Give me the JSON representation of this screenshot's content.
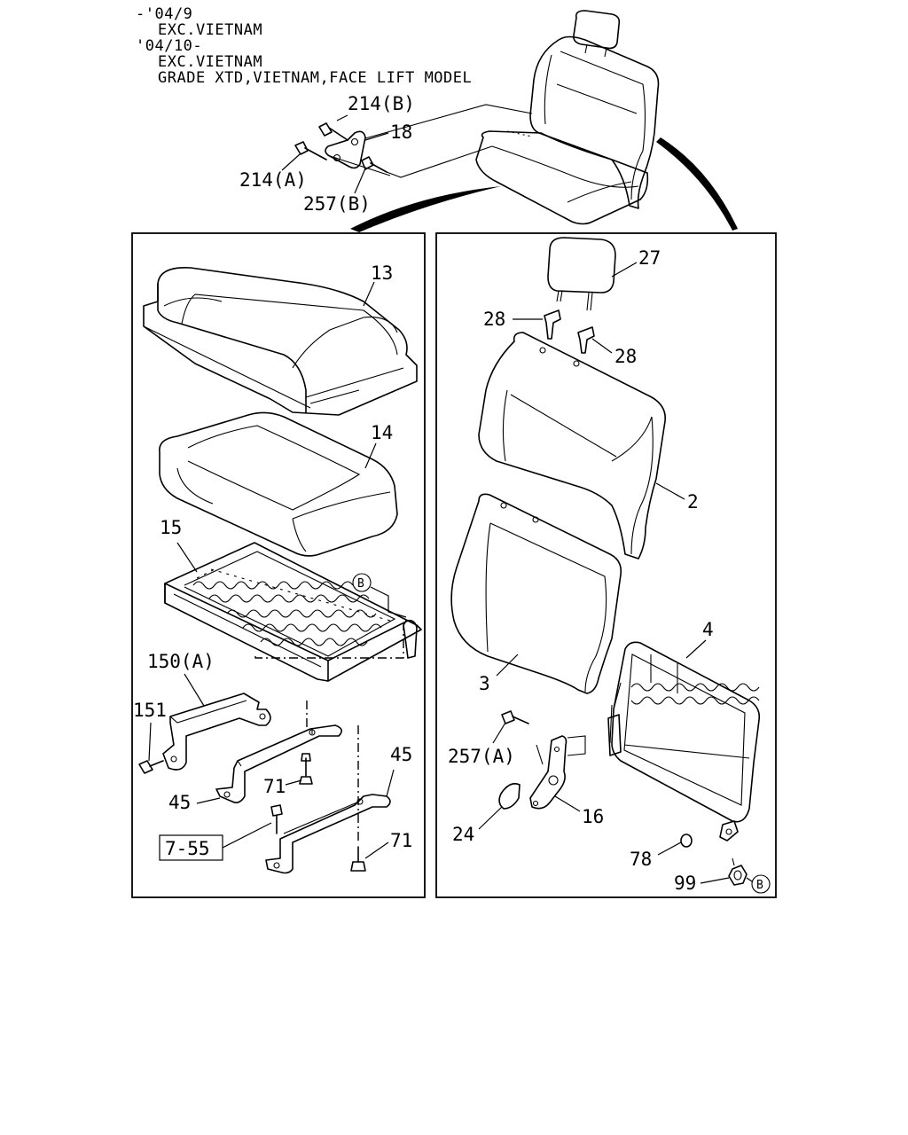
{
  "header": {
    "lines": [
      "-'04/9",
      "EXC.VIETNAM",
      "'04/10-",
      "EXC.VIETNAM",
      "GRADE XTD,VIETNAM,FACE LIFT MODEL"
    ]
  },
  "callouts": {
    "p214b": "214(B)",
    "p18": "18",
    "p214a": "214(A)",
    "p257b": "257(B)",
    "p13": "13",
    "p14": "14",
    "p15": "15",
    "refB1": "B",
    "p150a": "150(A)",
    "p151": "151",
    "p71a": "71",
    "p45a": "45",
    "p45b": "45",
    "ref755": "7-55",
    "p71b": "71",
    "p27": "27",
    "p28a": "28",
    "p28b": "28",
    "p2": "2",
    "p3": "3",
    "p4": "4",
    "p257a": "257(A)",
    "p24": "24",
    "p16": "16",
    "p78": "78",
    "p99": "99",
    "refB2": "B"
  }
}
